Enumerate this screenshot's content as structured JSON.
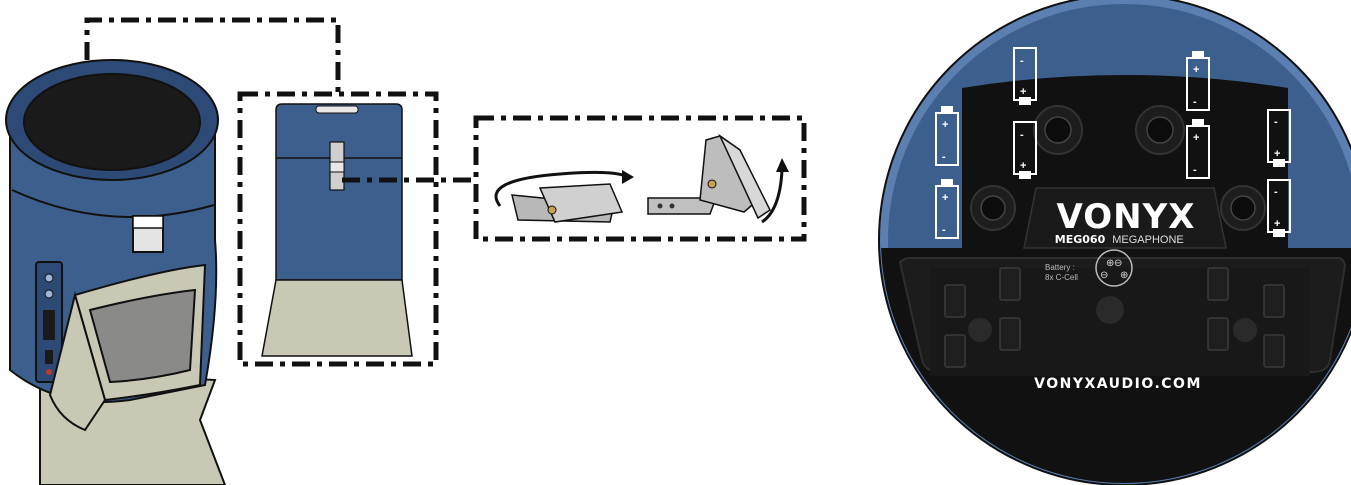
{
  "colors": {
    "housing_blue": "#3d5f8e",
    "housing_blue_dark": "#2c4a75",
    "grip_beige": "#c8c8b4",
    "bottom_black": "#111111",
    "panel_black": "#1c1c1c",
    "bezel_gray": "#2a2a2a",
    "connector_dash": "#111111"
  },
  "icons": {
    "battery": "battery-icon",
    "rotation_arrow": "curved-arrow-icon",
    "screw_post": "screw-post-icon"
  },
  "bottom_panel": {
    "brand": "VONYX",
    "model_bold": "MEG060",
    "model_light": "MEGAPHONE",
    "battery_label_line1": "Battery :",
    "battery_label_line2": "8x C-Cell",
    "website": "VONYXAUDIO.COM"
  },
  "battery_symbols": {
    "plus": "+",
    "minus": "-"
  }
}
